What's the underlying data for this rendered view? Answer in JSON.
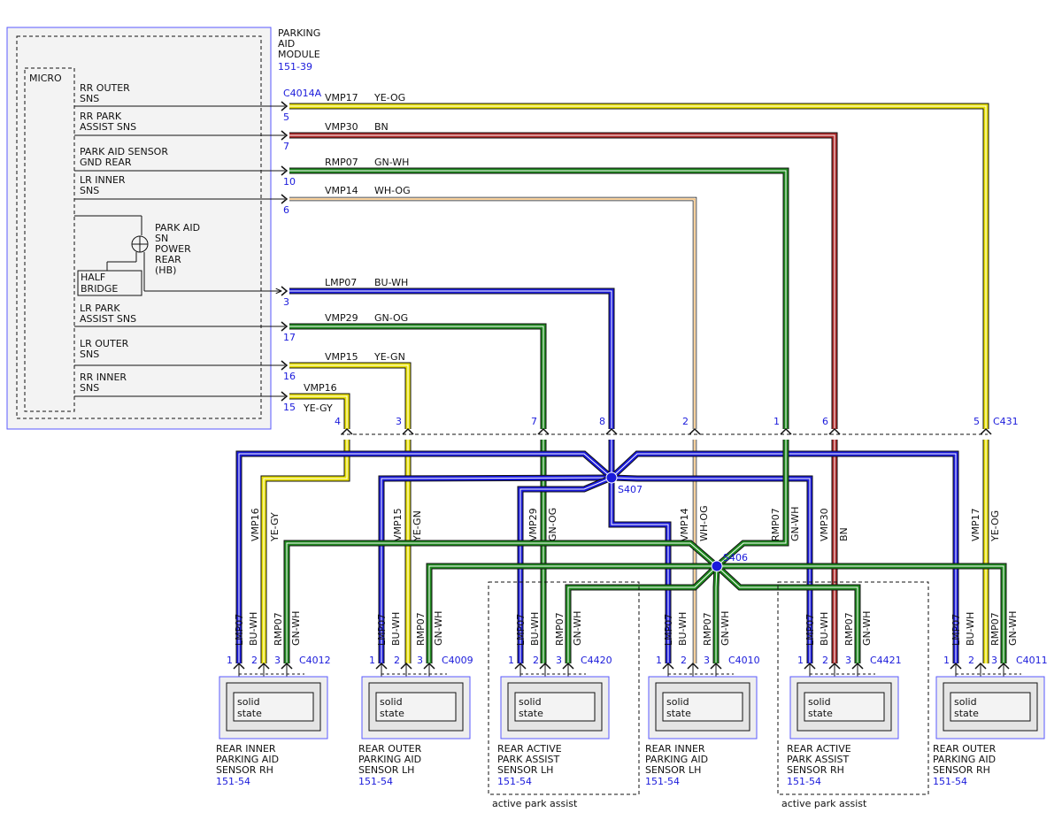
{
  "module": {
    "title_lines": [
      "PARKING",
      "AID",
      "MODULE"
    ],
    "ref": "151-39",
    "micro_label": "MICRO",
    "connector": "C4014A",
    "power_lines": [
      "PARK AID",
      "SN",
      "POWER",
      "REAR",
      "(HB)"
    ],
    "half_bridge_lines": [
      "HALF",
      "BRIDGE"
    ]
  },
  "module_wires": [
    {
      "func": [
        "RR OUTER",
        "SNS"
      ],
      "pin": "5",
      "circuit": "VMP17",
      "color_code": "YE-OG"
    },
    {
      "func": [
        "RR PARK",
        "ASSIST SNS"
      ],
      "pin": "7",
      "circuit": "VMP30",
      "color_code": "BN"
    },
    {
      "func": [
        "PARK AID SENSOR",
        "GND REAR"
      ],
      "pin": "10",
      "circuit": "RMP07",
      "color_code": "GN-WH"
    },
    {
      "func": [
        "LR INNER",
        "SNS"
      ],
      "pin": "6",
      "circuit": "VMP14",
      "color_code": "WH-OG"
    },
    {
      "func": [],
      "pin": "3",
      "circuit": "LMP07",
      "color_code": "BU-WH"
    },
    {
      "func": [
        "LR PARK",
        "ASSIST SNS"
      ],
      "pin": "17",
      "circuit": "VMP29",
      "color_code": "GN-OG"
    },
    {
      "func": [
        "LR OUTER",
        "SNS"
      ],
      "pin": "16",
      "circuit": "VMP15",
      "color_code": "YE-GN"
    },
    {
      "func": [
        "RR INNER",
        "SNS"
      ],
      "pin": "15",
      "circuit": "VMP16",
      "color_code": "YE-GY"
    }
  ],
  "c431": {
    "label": "C431",
    "pins": [
      "4",
      "3",
      "7",
      "8",
      "2",
      "1",
      "6",
      "5"
    ]
  },
  "splices": {
    "s407": "S407",
    "s406": "S406"
  },
  "vertical_labels": [
    {
      "circuit": "VMP16",
      "color_code": "YE-GY"
    },
    {
      "circuit": "VMP15",
      "color_code": "YE-GN"
    },
    {
      "circuit": "VMP29",
      "color_code": "GN-OG"
    },
    {
      "circuit": "VMP14",
      "color_code": "WH-OG"
    },
    {
      "circuit": "RMP07",
      "color_code": "GN-WH"
    },
    {
      "circuit": "VMP30",
      "color_code": "BN"
    },
    {
      "circuit": "VMP17",
      "color_code": "YE-OG"
    }
  ],
  "sensor_wire_labels": [
    {
      "circuit": "LMP07",
      "color_code": "BU-WH"
    },
    {
      "circuit": "RMP07",
      "color_code": "GN-WH"
    }
  ],
  "sensors": [
    {
      "connector": "C4012",
      "pins": [
        "1",
        "2",
        "3"
      ],
      "inner_lines": [
        "solid",
        "state"
      ],
      "name_lines": [
        "REAR INNER",
        "PARKING AID",
        "SENSOR RH"
      ],
      "ref": "151-54",
      "group": ""
    },
    {
      "connector": "C4009",
      "pins": [
        "1",
        "2",
        "3"
      ],
      "inner_lines": [
        "solid",
        "state"
      ],
      "name_lines": [
        "REAR OUTER",
        "PARKING AID",
        "SENSOR LH"
      ],
      "ref": "151-54",
      "group": ""
    },
    {
      "connector": "C4420",
      "pins": [
        "1",
        "2",
        "3"
      ],
      "inner_lines": [
        "solid",
        "state"
      ],
      "name_lines": [
        "REAR ACTIVE",
        "PARK ASSIST",
        "SENSOR LH"
      ],
      "ref": "151-54",
      "group": "active park assist"
    },
    {
      "connector": "C4010",
      "pins": [
        "1",
        "2",
        "3"
      ],
      "inner_lines": [
        "solid",
        "state"
      ],
      "name_lines": [
        "REAR INNER",
        "PARKING AID",
        "SENSOR LH"
      ],
      "ref": "151-54",
      "group": ""
    },
    {
      "connector": "C4421",
      "pins": [
        "1",
        "2",
        "3"
      ],
      "inner_lines": [
        "solid",
        "state"
      ],
      "name_lines": [
        "REAR ACTIVE",
        "PARK ASSIST",
        "SENSOR RH"
      ],
      "ref": "151-54",
      "group": "active park assist"
    },
    {
      "connector": "C4011",
      "pins": [
        "1",
        "2",
        "3"
      ],
      "inner_lines": [
        "solid",
        "state"
      ],
      "name_lines": [
        "REAR OUTER",
        "PARKING AID",
        "SENSOR RH"
      ],
      "ref": "151-54",
      "group": ""
    }
  ],
  "colors": {
    "blue_wire": "#1a1adb",
    "green_wire": "#1f8a1f",
    "yellow_wire": "#e8e000",
    "brown_wire": "#b02a2a",
    "orange_trace": "#f2a33a",
    "ref_text": "#1a1adb"
  }
}
